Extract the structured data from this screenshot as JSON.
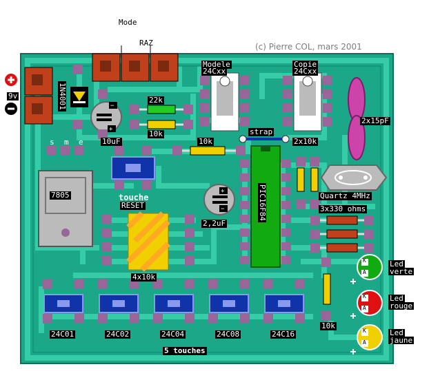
{
  "title": "(c) Pierre COL, mars 2001",
  "labels": {
    "mode": "Mode",
    "raz": "RAZ",
    "modele": "Modele",
    "modele_chip": "24Cxx",
    "copie": "Copie",
    "copie_chip": "24Cxx",
    "diode": "1N4001",
    "power": "9v",
    "plus": "+",
    "minus": "−",
    "r22k": "22k",
    "r10k_a": "10k",
    "r10k_b": "10k",
    "c10uf": "10uF",
    "pins_sme": [
      "s",
      "m",
      "e"
    ],
    "regulator": "7805",
    "touche": "touche",
    "reset": "RESET",
    "strap": "strap",
    "r2x10k": "2x10k",
    "pic": "PIC16F84",
    "c2x15pf": "2x15pF",
    "quartz": "Quartz 4MHz",
    "r3x330": "3x330 ohms",
    "c22uf": "2,2uF",
    "r4x10k": "4x10k",
    "r10k_c": "10k",
    "buttons": [
      "24C01",
      "24C02",
      "24C04",
      "24C08",
      "24C16"
    ],
    "touches": "5 touches",
    "led_verte": [
      "Led",
      "verte"
    ],
    "led_rouge": [
      "Led",
      "rouge"
    ],
    "led_jaune": [
      "Led",
      "jaune"
    ],
    "led_k": "K",
    "led_a": "A"
  },
  "colors": {
    "board": "#1aa889",
    "track": "#36cca8",
    "pad": "#996699",
    "connector": "#c0401b",
    "led_green": "#11aa11",
    "led_red": "#dd1111",
    "led_yellow": "#f0d000",
    "button_blue": "#1133aa",
    "pic_green": "#11aa11"
  }
}
